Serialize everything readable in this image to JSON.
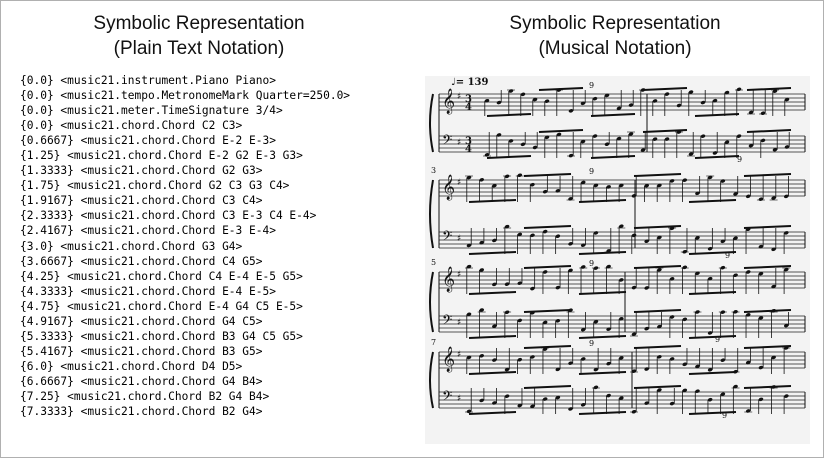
{
  "left_panel": {
    "title_line1": "Symbolic Representation",
    "title_line2": "(Plain Text Notation)",
    "lines": [
      "{0.0} <music21.instrument.Piano Piano>",
      "{0.0} <music21.tempo.MetronomeMark Quarter=250.0>",
      "{0.0} <music21.meter.TimeSignature 3/4>",
      "{0.0} <music21.chord.Chord C2 C3>",
      "{0.6667} <music21.chord.Chord E-2 E-3>",
      "{1.25} <music21.chord.Chord E-2 G2 E-3 G3>",
      "{1.3333} <music21.chord.Chord G2 G3>",
      "{1.75} <music21.chord.Chord G2 C3 G3 C4>",
      "{1.9167} <music21.chord.Chord C3 C4>",
      "{2.3333} <music21.chord.Chord C3 E-3 C4 E-4>",
      "{2.4167} <music21.chord.Chord E-3 E-4>",
      "{3.0} <music21.chord.Chord G3 G4>",
      "{3.6667} <music21.chord.Chord C4 G5>",
      "{4.25} <music21.chord.Chord C4 E-4 E-5 G5>",
      "{4.3333} <music21.chord.Chord E-4 E-5>",
      "{4.75} <music21.chord.Chord E-4 G4 C5 E-5>",
      "{4.9167} <music21.chord.Chord G4 C5>",
      "{5.3333} <music21.chord.Chord B3 G4 C5 G5>",
      "{5.4167} <music21.chord.Chord B3 G5>",
      "{6.0} <music21.chord.Chord D4 D5>",
      "{6.6667} <music21.chord.Chord G4 B4>",
      "{7.25} <music21.chord.Chord B2 G4 B4>",
      "{7.3333} <music21.chord.Chord B2 G4>"
    ]
  },
  "right_panel": {
    "title_line1": "Symbolic Representation",
    "title_line2": "(Musical Notation)",
    "tempo_text": "♩= 139",
    "time_signature": "3/4",
    "measure_numbers": [
      "3",
      "5",
      "7"
    ],
    "tuplet_label": "9"
  }
}
